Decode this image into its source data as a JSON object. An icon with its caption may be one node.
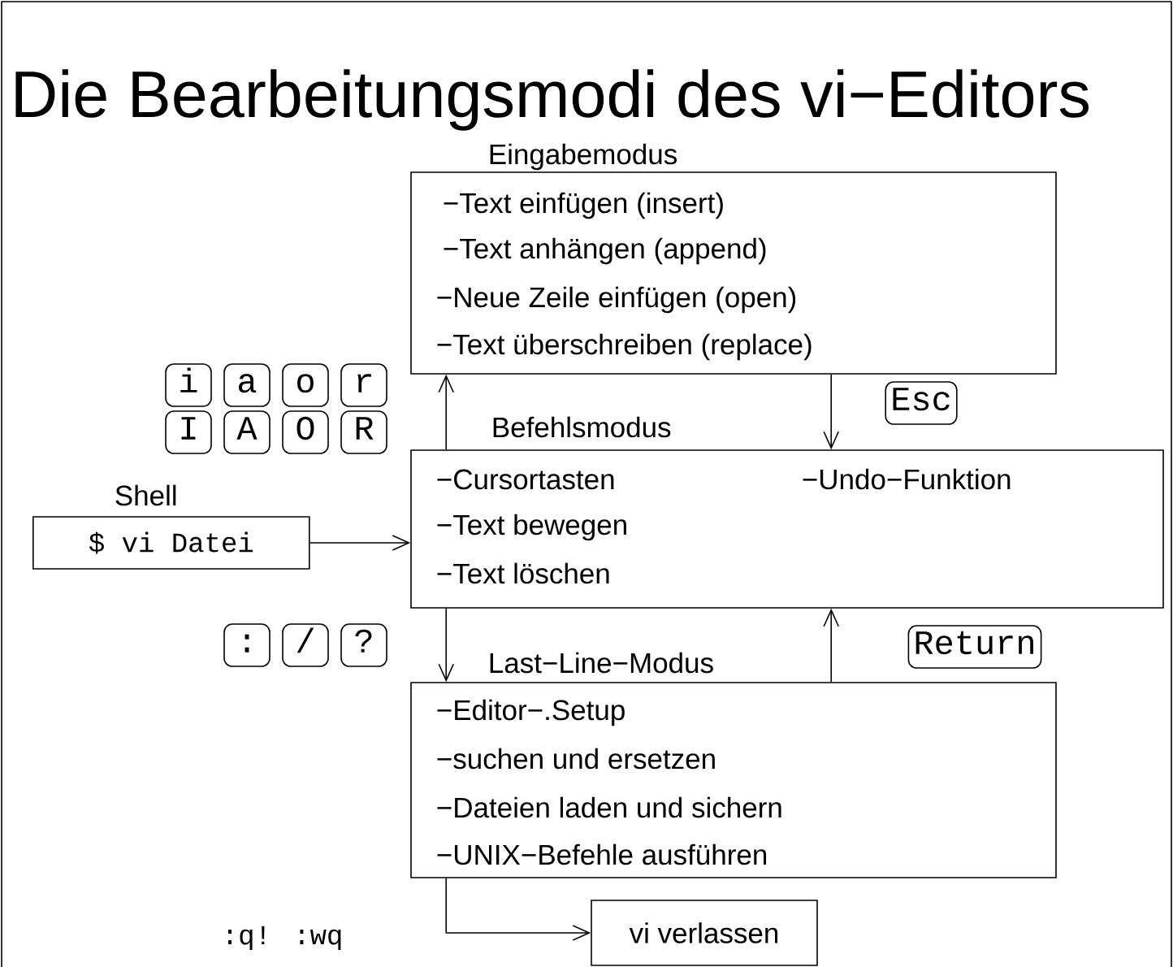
{
  "diagram": {
    "title": "Die Bearbeitungsmodi des vi−Editors",
    "nodes": [
      {
        "text": [
          "Eingabemodus",
          "−Text einfügen (insert)",
          "−Text anhängen (append)",
          "−Neue Zeile einfügen (open)",
          "−Text überschreiben (replace)"
        ]
      },
      {
        "text": [
          "Befehlsmodus",
          "−Cursortasten",
          "−Undo−Funktion",
          "−Text bewegen",
          "−Text löschen"
        ]
      },
      {
        "text": [
          "Last−Line−Modus",
          "−Editor−.Setup",
          "−suchen und ersetzen",
          "−Dateien laden und sichern",
          "−UNIX−Befehle ausführen"
        ]
      },
      {
        "text": [
          "Shell",
          "$ vi Datei"
        ]
      },
      {
        "text": [
          "vi verlassen"
        ]
      },
      {
        "text": [
          "i"
        ]
      },
      {
        "text": [
          "a"
        ]
      },
      {
        "text": [
          "o"
        ]
      },
      {
        "text": [
          "r"
        ]
      },
      {
        "text": [
          "I"
        ]
      },
      {
        "text": [
          "A"
        ]
      },
      {
        "text": [
          "O"
        ]
      },
      {
        "text": [
          "R"
        ]
      },
      {
        "text": [
          "Esc"
        ]
      },
      {
        "text": [
          ":"
        ]
      },
      {
        "text": [
          "/"
        ]
      },
      {
        "text": [
          "?"
        ]
      },
      {
        "text": [
          "Return"
        ]
      }
    ],
    "edges": [
      {
        "from": 1,
        "to": 0,
        "arrow": "to"
      },
      {
        "from": 0,
        "to": 1,
        "arrow": "to"
      },
      {
        "from": 3,
        "to": 1,
        "arrow": "to"
      },
      {
        "from": 1,
        "to": 2,
        "arrow": "to"
      },
      {
        "from": 2,
        "to": 1,
        "arrow": "to"
      },
      {
        "from": 2,
        "to": 4,
        "arrow": "to",
        "label": ":q!  :wq"
      }
    ]
  }
}
